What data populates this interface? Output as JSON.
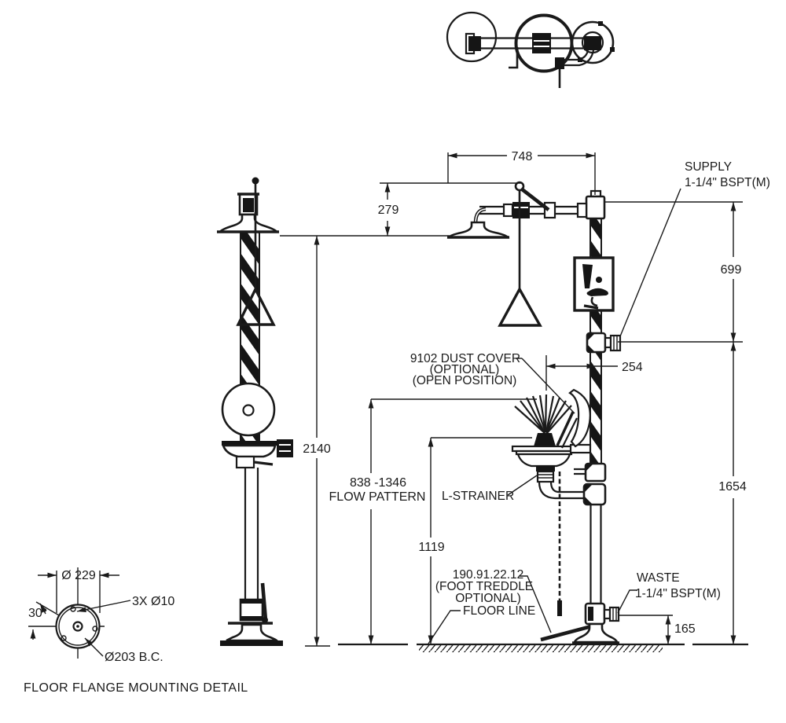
{
  "drawing": {
    "title": "FLOOR FLANGE MOUNTING DETAIL",
    "colors": {
      "line": "#1a1a1a",
      "background": "#ffffff",
      "stripe": "#151515"
    },
    "dimensions": {
      "arm_reach": "748",
      "head_drop": "279",
      "total_height": "2140",
      "supply_drop": "699",
      "eyewash_offset": "254",
      "supply_to_floor": "1654",
      "eyewash_height": "1119",
      "flow_range": "838 -1346",
      "flow_label": "FLOW PATTERN",
      "waste_height": "165",
      "flange_diameter": "Ø 229",
      "bolt_holes": "3X Ø10",
      "bolt_angle": "30°",
      "bolt_circle": "Ø203  B.C."
    },
    "labels": {
      "supply_line1": "SUPPLY",
      "supply_line2": "1-1/4\" BSPT(M)",
      "dust_cover_line1": "9102 DUST COVER",
      "dust_cover_line2": "(OPTIONAL)",
      "dust_cover_line3": "(OPEN POSITION)",
      "strainer": "L-STRAINER",
      "treadle_line1": "190.91.22.12",
      "treadle_line2": "(FOOT TREDDLE",
      "treadle_line3": "OPTIONAL)",
      "floor_line": "FLOOR LINE",
      "waste_line1": "WASTE",
      "waste_line2": "1-1/4\" BSPT(M)"
    }
  }
}
